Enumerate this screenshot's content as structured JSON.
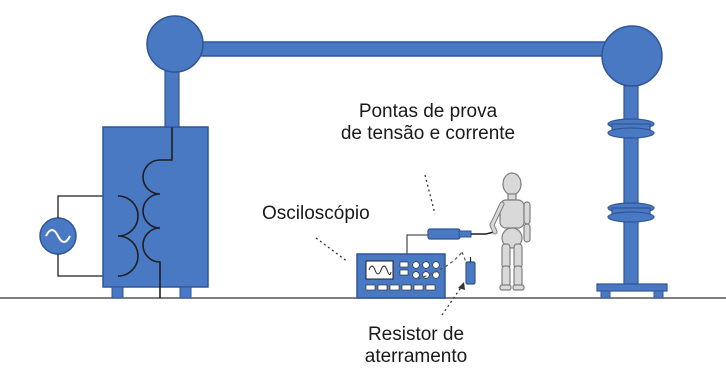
{
  "labels": {
    "probes_line1": "Pontas de prova",
    "probes_line2": "de tensão e corrente",
    "oscilloscope": "Osciloscópio",
    "resistor_line1": "Resistor de",
    "resistor_line2": "aterramento"
  },
  "colors": {
    "equipment_fill": "#4a79c4",
    "equipment_stroke": "#2f5597",
    "outline": "#1f1f1f",
    "ground_line": "#555555",
    "mannequin_fill": "#d9d9d9",
    "mannequin_stroke": "#7f7f7f",
    "screen_fill": "#ffffff"
  },
  "icons": {
    "source": "ac-source-icon",
    "oscilloscope": "oscilloscope-icon",
    "probe": "probe-icon",
    "resistor": "resistor-icon",
    "person": "mannequin-icon"
  }
}
